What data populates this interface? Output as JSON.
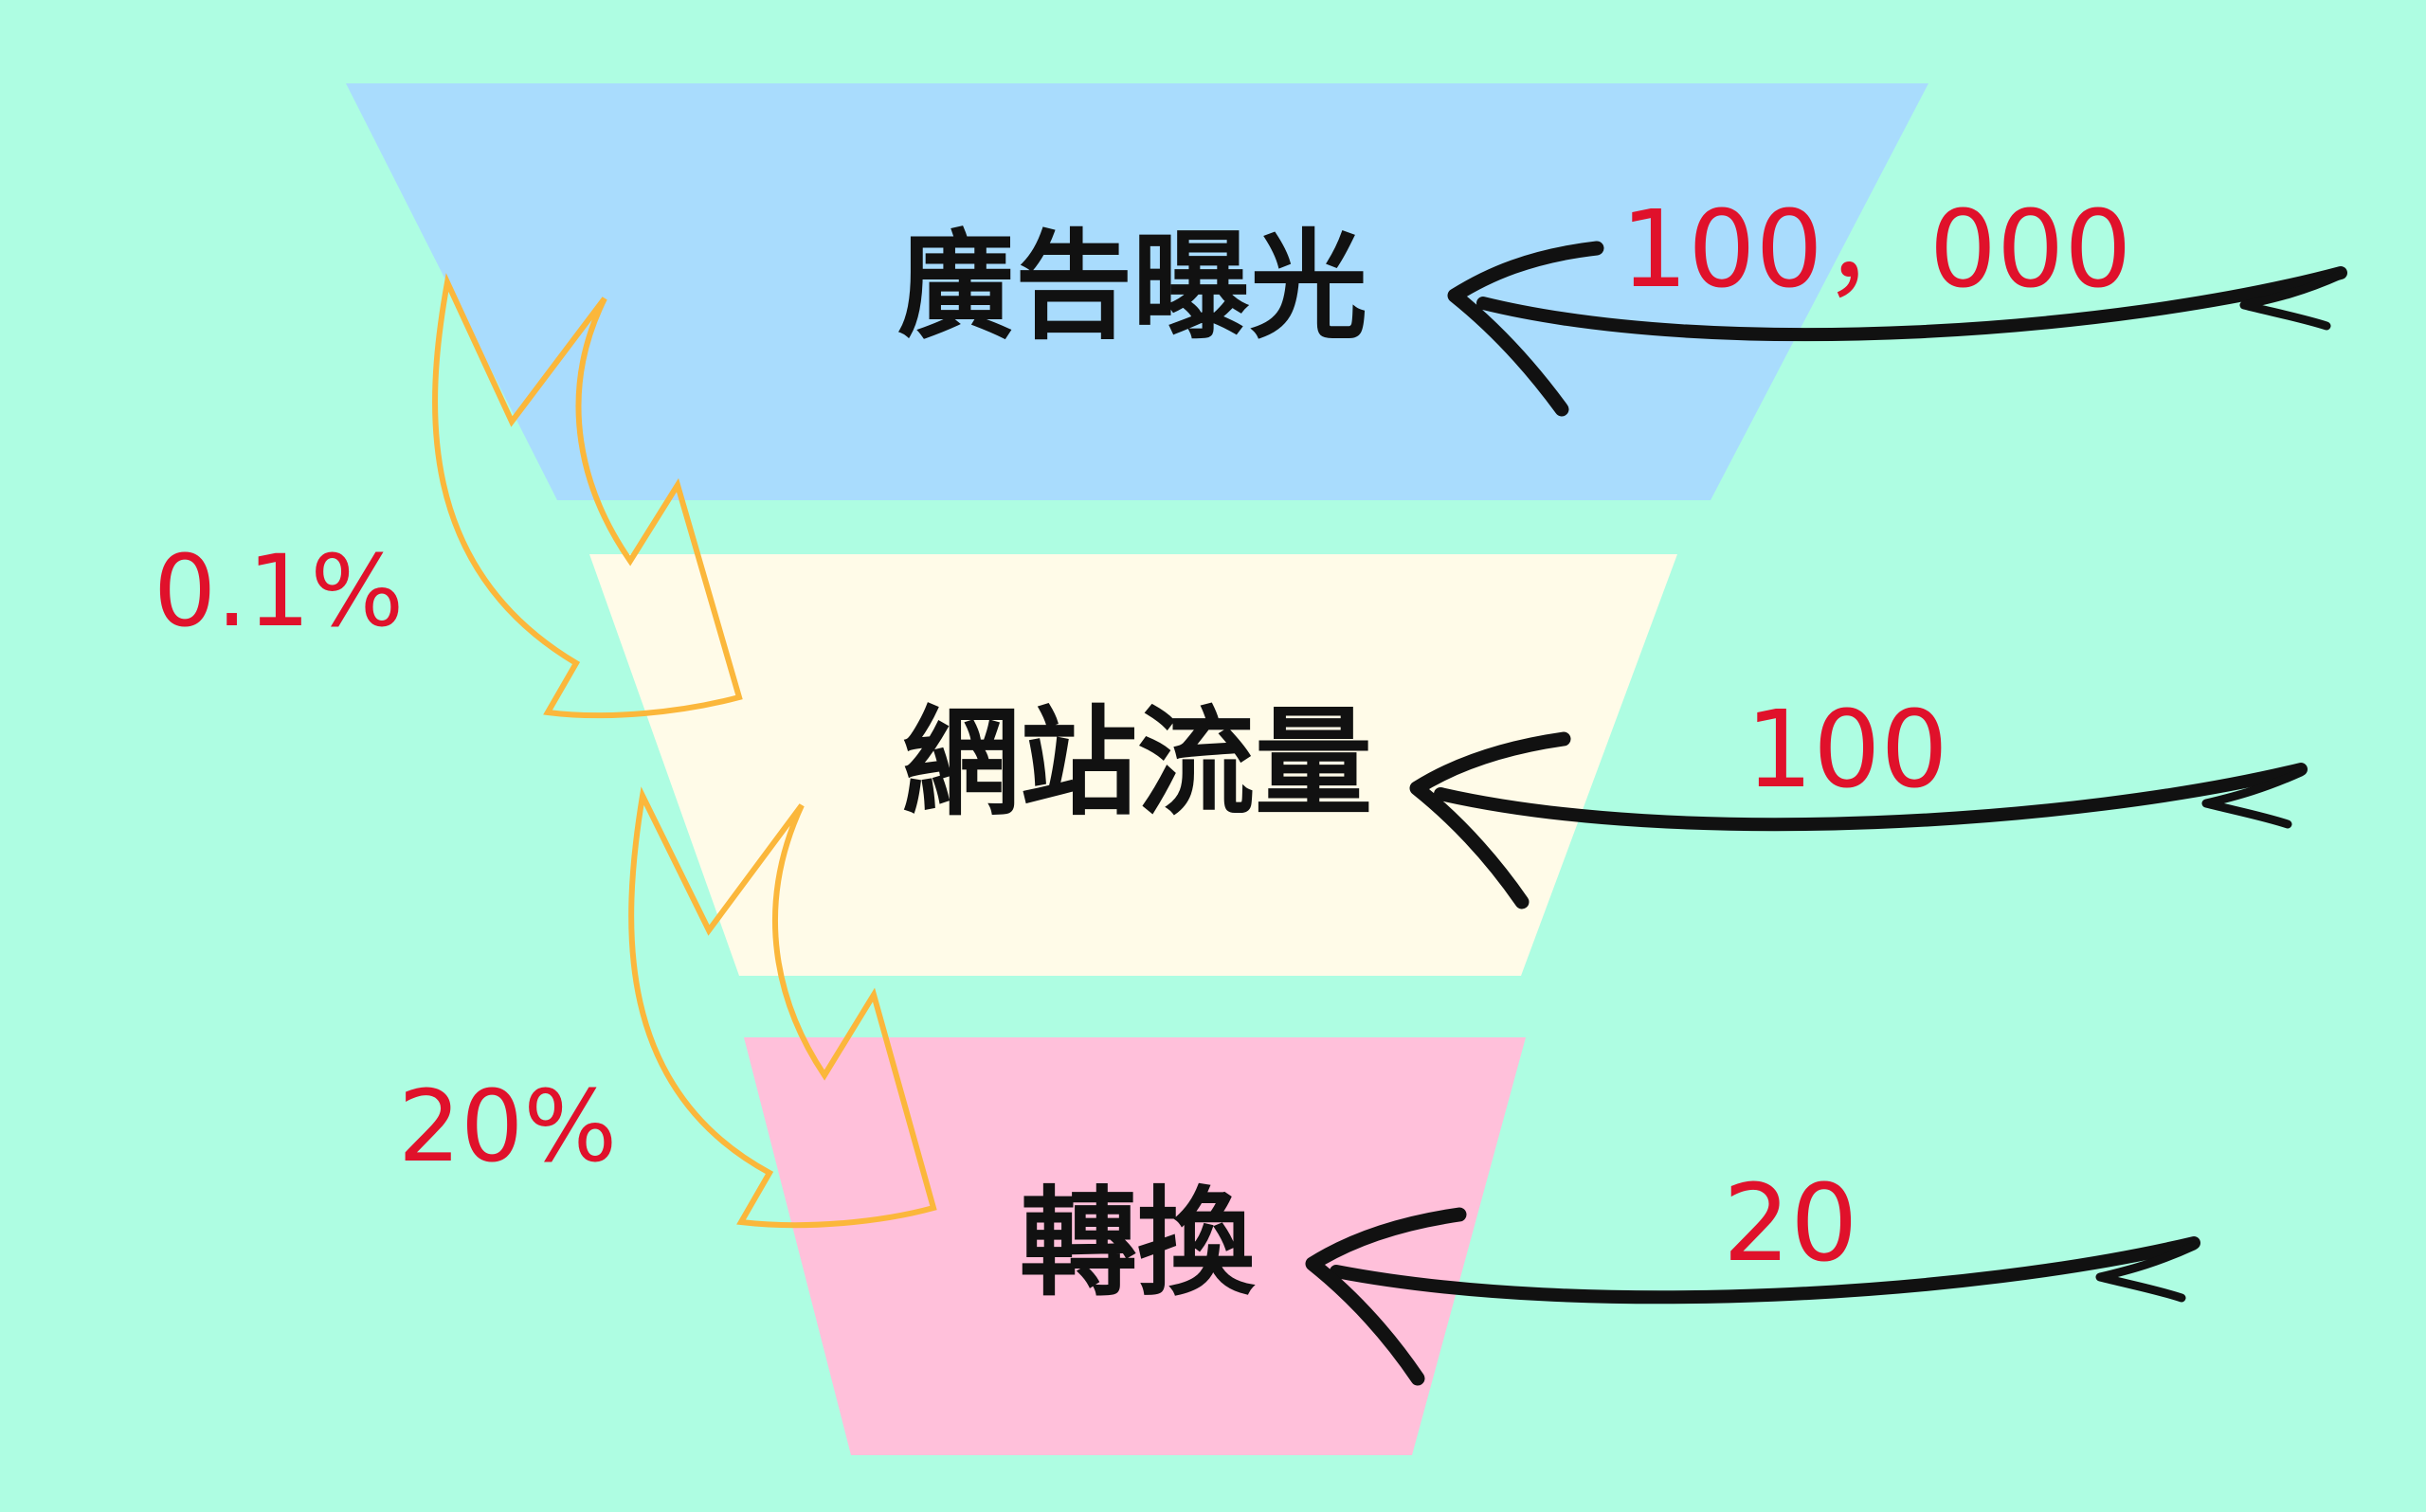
{
  "colors": {
    "background": "#aefde2",
    "stage_top": "#a9dcfd",
    "stage_middle": "#fffbe8",
    "stage_bottom": "#ffc0da",
    "number_text": "#e0112b",
    "arrow_black": "#111111",
    "arrow_orange": "#fbb73b"
  },
  "stages": [
    {
      "label": "廣告曝光",
      "count": "100，000"
    },
    {
      "label": "網站流量",
      "count": "100"
    },
    {
      "label": "轉換",
      "count": "20"
    }
  ],
  "conversions": [
    {
      "rate": "0.1%"
    },
    {
      "rate": "20%"
    }
  ],
  "icons": {
    "pointer_arrow": "hand-drawn-left-arrow-icon",
    "flow_arrow": "curved-down-arrow-icon"
  }
}
